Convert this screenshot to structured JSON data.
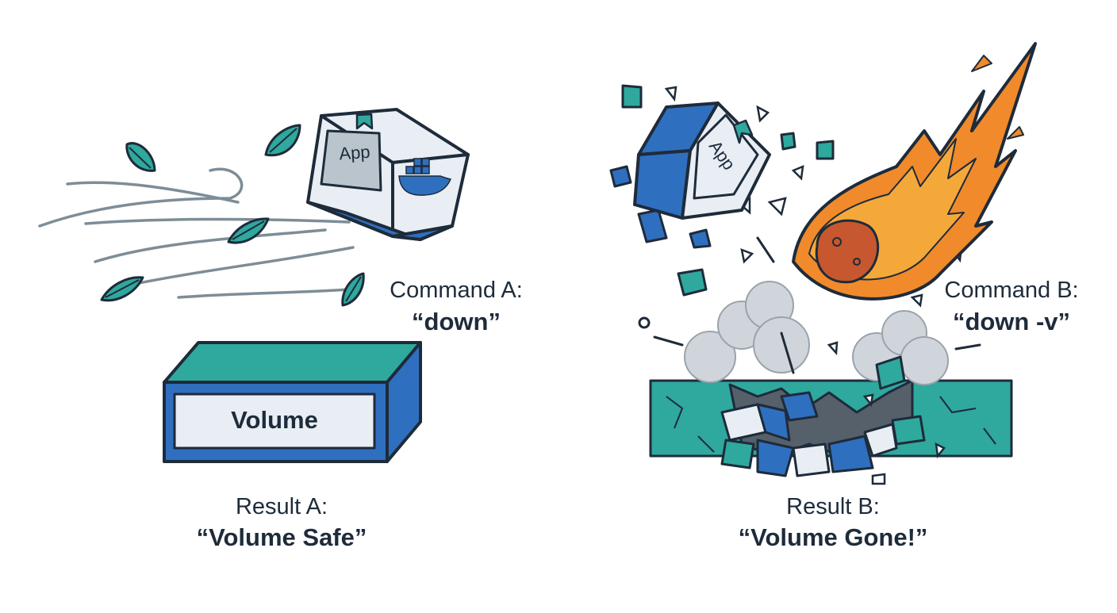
{
  "scenario_a": {
    "command_label": "Command A:",
    "command_value": "“down”",
    "result_label": "Result A:",
    "result_value": "“Volume Safe”",
    "container_label": "App",
    "volume_label": "Volume"
  },
  "scenario_b": {
    "command_label": "Command B:",
    "command_value": "“down -v”",
    "result_label": "Result B:",
    "result_value": "“Volume Gone!”",
    "container_label": "App"
  },
  "colors": {
    "outline": "#1e2b3a",
    "teal": "#2fa89d",
    "blue": "#2f6fbf",
    "light": "#e8eef4",
    "orange": "#f08a2b",
    "cloud": "#cfd5db"
  },
  "icons": [
    "wind-icon",
    "leaf-icon",
    "docker-whale-icon",
    "meteor-icon",
    "debris-icon",
    "dust-cloud-icon"
  ]
}
